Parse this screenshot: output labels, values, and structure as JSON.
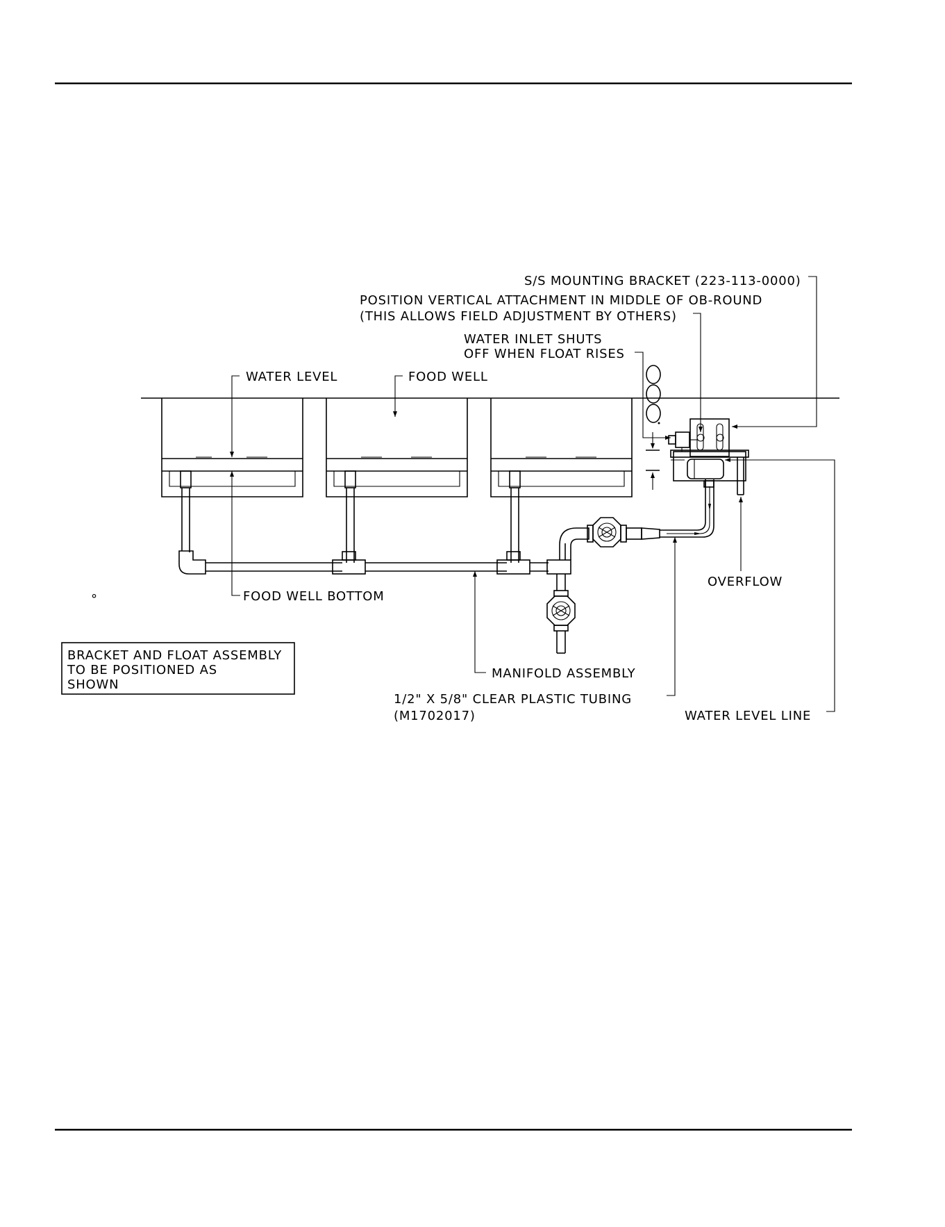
{
  "labels": {
    "mounting_bracket": "S/S MOUNTING BRACKET (223-113-0000)",
    "position_line1": "POSITION VERTICAL ATTACHMENT IN MIDDLE OF OB-ROUND",
    "position_line2": "(THIS ALLOWS FIELD ADJUSTMENT BY OTHERS)",
    "inlet_line1": "WATER INLET SHUTS",
    "inlet_line2": "OFF WHEN FLOAT RISES",
    "water_level": "WATER LEVEL",
    "food_well": "FOOD WELL",
    "food_well_bottom": "FOOD WELL BOTTOM",
    "overflow": "OVERFLOW",
    "manifold": "MANIFOLD ASSEMBLY",
    "tubing_line1": "1/2\" X 5/8\" CLEAR PLASTIC TUBING",
    "tubing_line2": "(M1702017)",
    "water_level_line": "WATER LEVEL LINE"
  },
  "note": {
    "line1": "BRACKET AND FLOAT ASSEMBLY",
    "line2": "TO BE POSITIONED AS",
    "line3": "SHOWN"
  },
  "stray_mark": "°"
}
